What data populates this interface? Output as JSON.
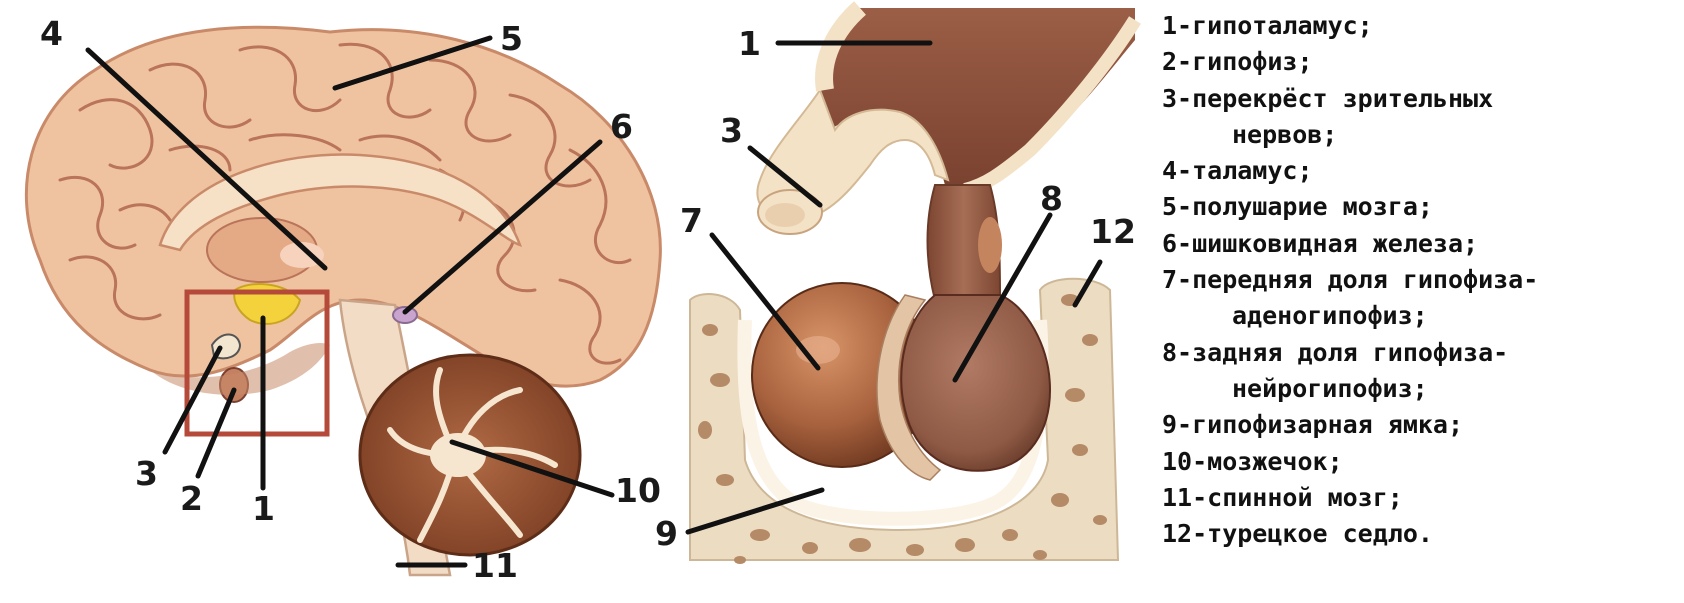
{
  "callouts": {
    "brain": {
      "n1": "1",
      "n2": "2",
      "n3": "3",
      "n4": "4",
      "n5": "5",
      "n6": "6",
      "n10": "10",
      "n11": "11"
    },
    "pituitary": {
      "n1": "1",
      "n3": "3",
      "n7": "7",
      "n8": "8",
      "n9": "9",
      "n12": "12"
    }
  },
  "legend": [
    "1-гипоталамус;",
    "2-гипофиз;",
    "3-перекрёст зрительных",
    "нервов;",
    "4-таламус;",
    "5-полушарие мозга;",
    "6-шишковидная железа;",
    "7-передняя доля гипофиза-",
    "аденогипофиз;",
    "8-задняя доля гипофиза-",
    "нейрогипофиз;",
    "9-гипофизарная ямка;",
    "10-мозжечок;",
    "11-спинной мозг;",
    "12-турецкое седло."
  ],
  "colors": {
    "brain_tissue": "#f0c3a0",
    "brain_shadow": "#c98a6a",
    "gyri_lines": "#b9745a",
    "inner_pale": "#f6e0c6",
    "cerebellum": "#8c4a2c",
    "brainstem": "#f3dcc5",
    "highlight_box": "#b64a3a",
    "hypothalamus_yellow": "#f4d23c",
    "anterior_lobe": "#a8623e",
    "posterior_lobe": "#8f5a45",
    "bone": "#ecdcc2",
    "bone_spots": "#b58a66",
    "leader_line": "#111111"
  }
}
